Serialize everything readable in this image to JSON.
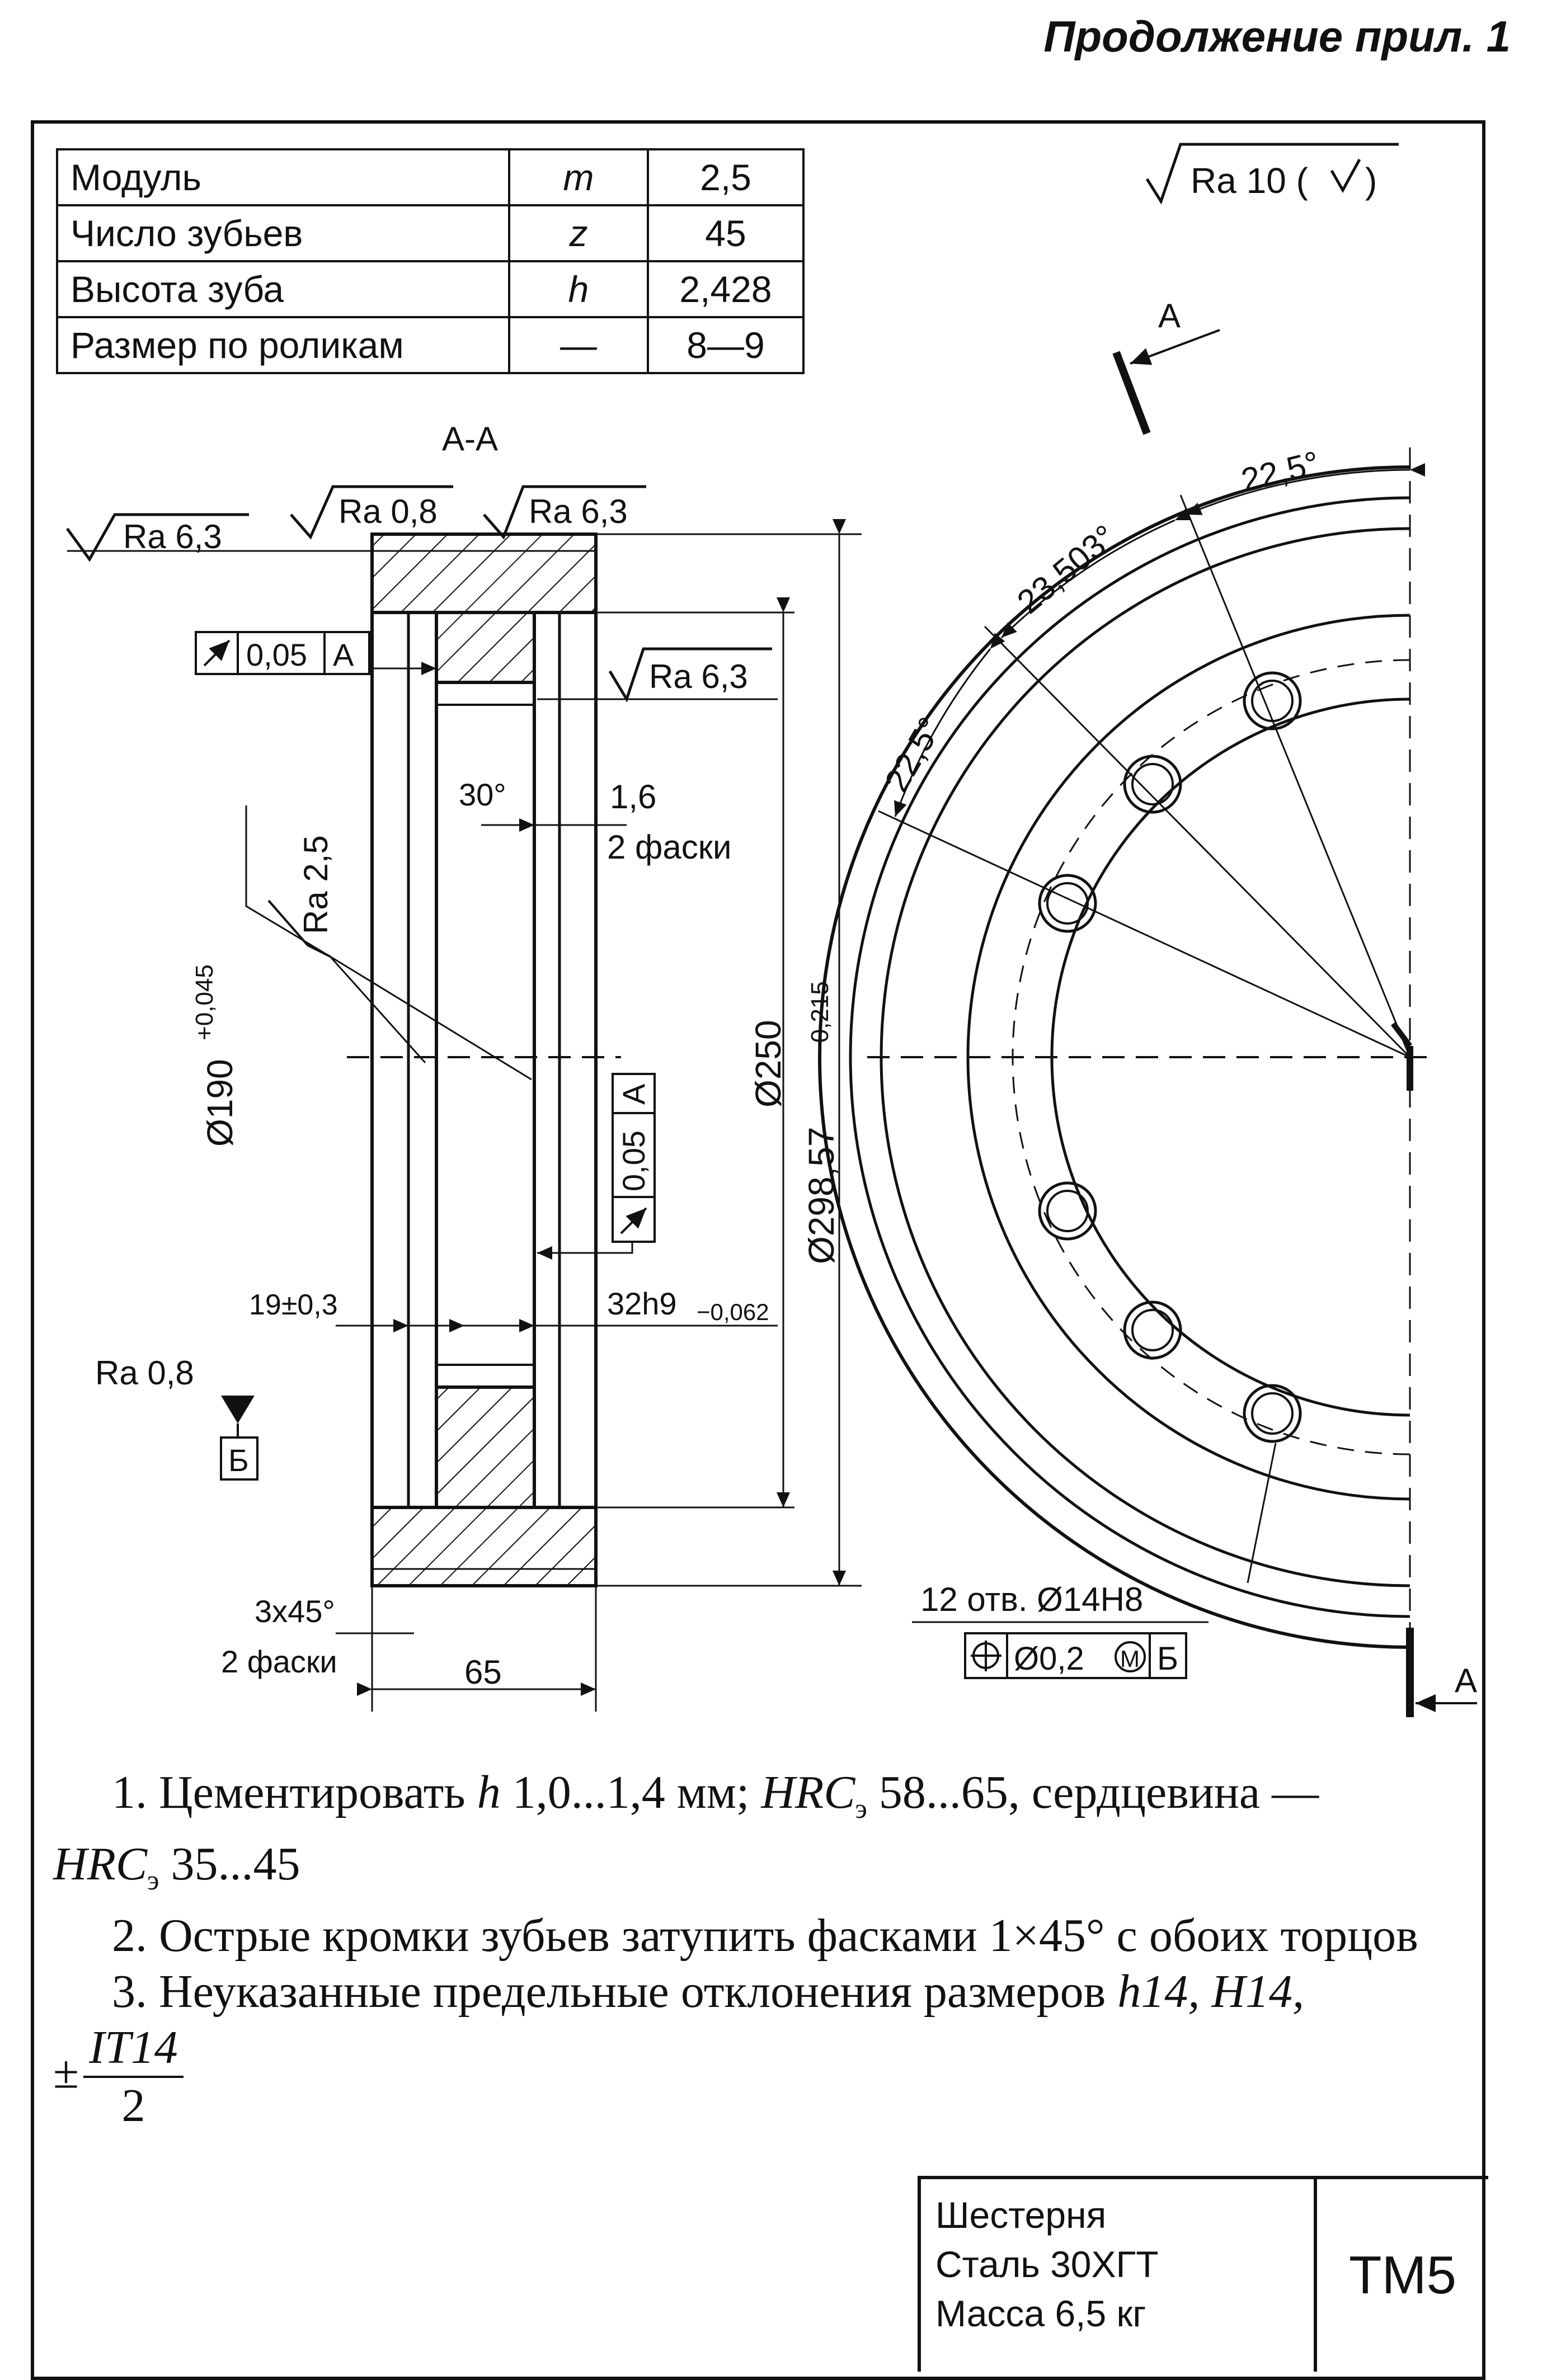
{
  "header": "Продолжение прил. 1",
  "params": [
    {
      "name": "Модуль",
      "symbol": "m",
      "value": "2,5"
    },
    {
      "name": "Число зубьев",
      "symbol": "z",
      "value": "45"
    },
    {
      "name": "Высота зуба",
      "symbol": "h",
      "value": "2,428"
    },
    {
      "name": "Размер по роликам",
      "symbol": "—",
      "value": "8—9"
    }
  ],
  "drawing": {
    "general_roughness": "Ra 10 (",
    "section_label": "А-А",
    "cut_letter": "А",
    "ra_6_3": "Ra 6,3",
    "ra_0_8": "Ra 0,8",
    "ra_2_5": "Ra 2,5",
    "runout_value": "0,05",
    "runout_base": "А",
    "chamfer_inner": "1,6",
    "chamfer_inner_note": "2 фаски",
    "angle_30": "30°",
    "dia_bore": "Ø190",
    "dia_bore_tol": "+0,045",
    "dia_250": "Ø250",
    "dia_outer": "Ø298,57",
    "dia_outer_tol": "−0,215",
    "hub_width": "19±0,3",
    "rim_width": "32h9",
    "rim_width_tol": "−0,062",
    "base_ra": "Ra 0,8",
    "base_letter": "Б",
    "chamfer_outer": "3x45°",
    "chamfer_outer_note": "2 фаски",
    "width": "65",
    "ang_1": "22,5°",
    "ang_2": "23,503°",
    "ang_3": "22,5°",
    "holes": "12 отв.  Ø14H8",
    "pos_tol": "Ø0,2",
    "pos_mod": "M",
    "pos_base": "Б"
  },
  "notes": {
    "n1a": "1. Цементировать ",
    "n1b": "h",
    "n1c": " 1,0...1,4 мм; ",
    "n1d": "HRC",
    "n1e": "э",
    "n1f": " 58...65, сердцевина —",
    "n1g": "HRC",
    "n1h": "э",
    "n1i": " 35...45",
    "n2": "2. Острые кромки зубьев затупить фасками 1×45° с обоих торцов",
    "n3a": "3. Неуказанные предельные отклонения размеров ",
    "n3b": "h14, H14,",
    "n3pm": "±",
    "n3num": "IT14",
    "n3den": "2"
  },
  "title_block": {
    "part": "Шестерня",
    "material": "Сталь 30ХГТ",
    "mass": "Масса 6,5 кг",
    "code": "ТМ5"
  }
}
